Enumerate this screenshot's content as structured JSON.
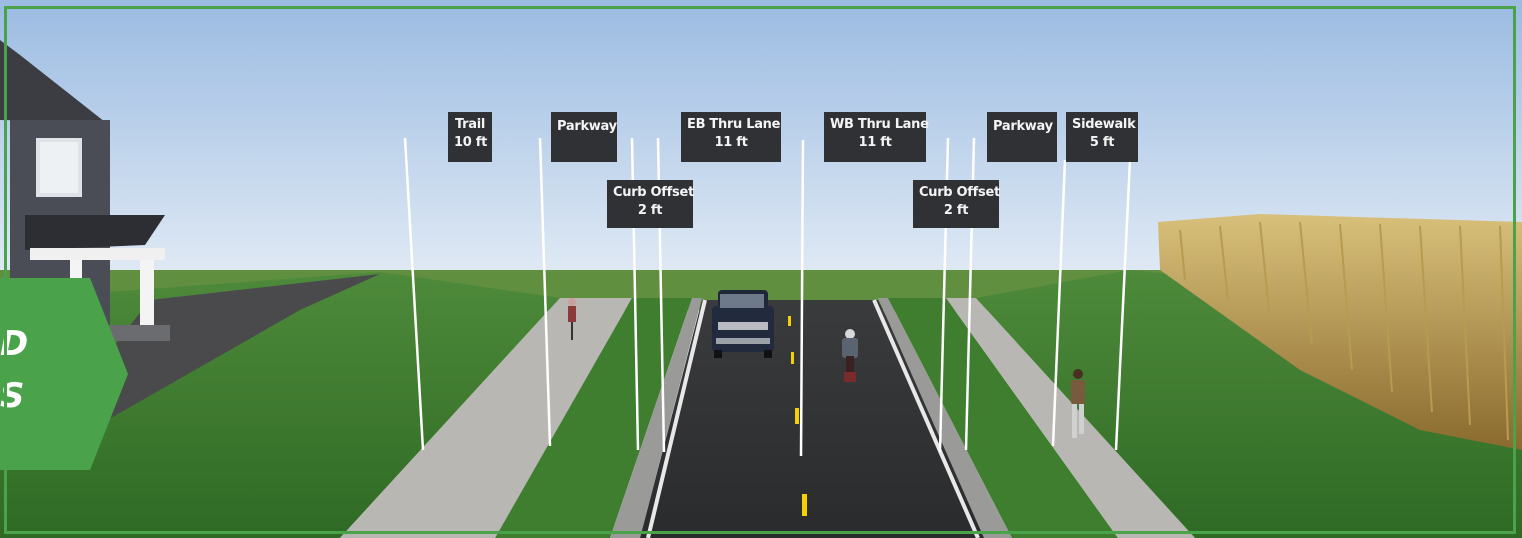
{
  "labels": {
    "trail": {
      "line1": "Trail",
      "line2": "10 ft"
    },
    "parkway_left": {
      "line1": "Parkway"
    },
    "curb_offset_left": {
      "line1": "Curb Offset",
      "line2": "2 ft"
    },
    "eb_thru_lane": {
      "line1": "EB Thru Lane",
      "line2": "11 ft"
    },
    "wb_thru_lane": {
      "line1": "WB Thru Lane",
      "line2": "11 ft"
    },
    "curb_offset_right": {
      "line1": "Curb Offset",
      "line2": "2 ft"
    },
    "parkway_right": {
      "line1": "Parkway"
    },
    "sidewalk": {
      "line1": "Sidewalk",
      "line2": "5 ft"
    }
  },
  "badge": {
    "line1": "D",
    "line2": "S"
  },
  "colors": {
    "badge": "#4aa34a",
    "callout": "#2f3135",
    "border": "#4aa34a"
  }
}
